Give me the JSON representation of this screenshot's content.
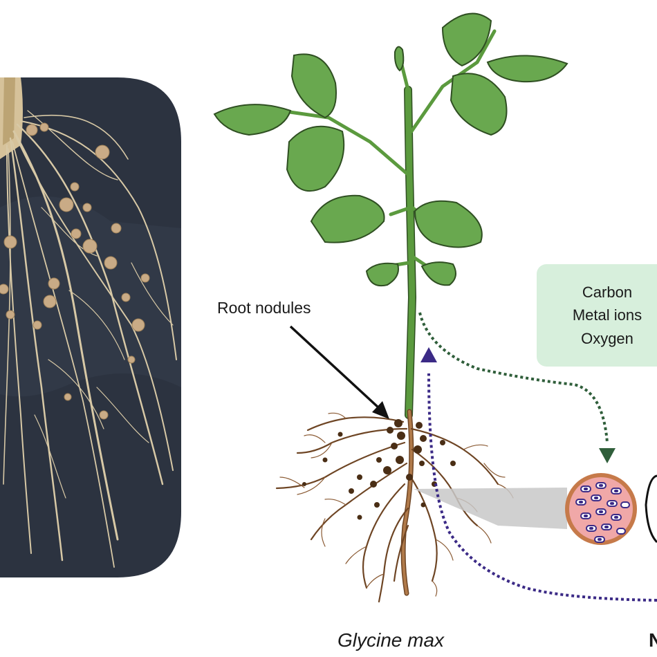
{
  "labels": {
    "root_nodules": "Root nodules",
    "species": "Glycine max",
    "partial_right_letter": "N"
  },
  "exchange_box": {
    "items": [
      "Carbon",
      "Metal ions",
      "Oxygen"
    ]
  },
  "colors": {
    "leaf": "#69a84f",
    "leaf_outline": "#2f4f22",
    "stem": "#5b9a3e",
    "root": "#8a5a33",
    "nodule": "#4a2e15",
    "box_fill": "#d7efdc",
    "green_arrow": "#2f5e3a",
    "purple_arrow": "#3b2a86",
    "photo_bg": "#2c3340",
    "nodule_section": "#f0a8a8"
  },
  "icons": [
    "black-arrow-icon",
    "green-dotted-arrow-icon",
    "purple-dotted-arrow-icon"
  ]
}
